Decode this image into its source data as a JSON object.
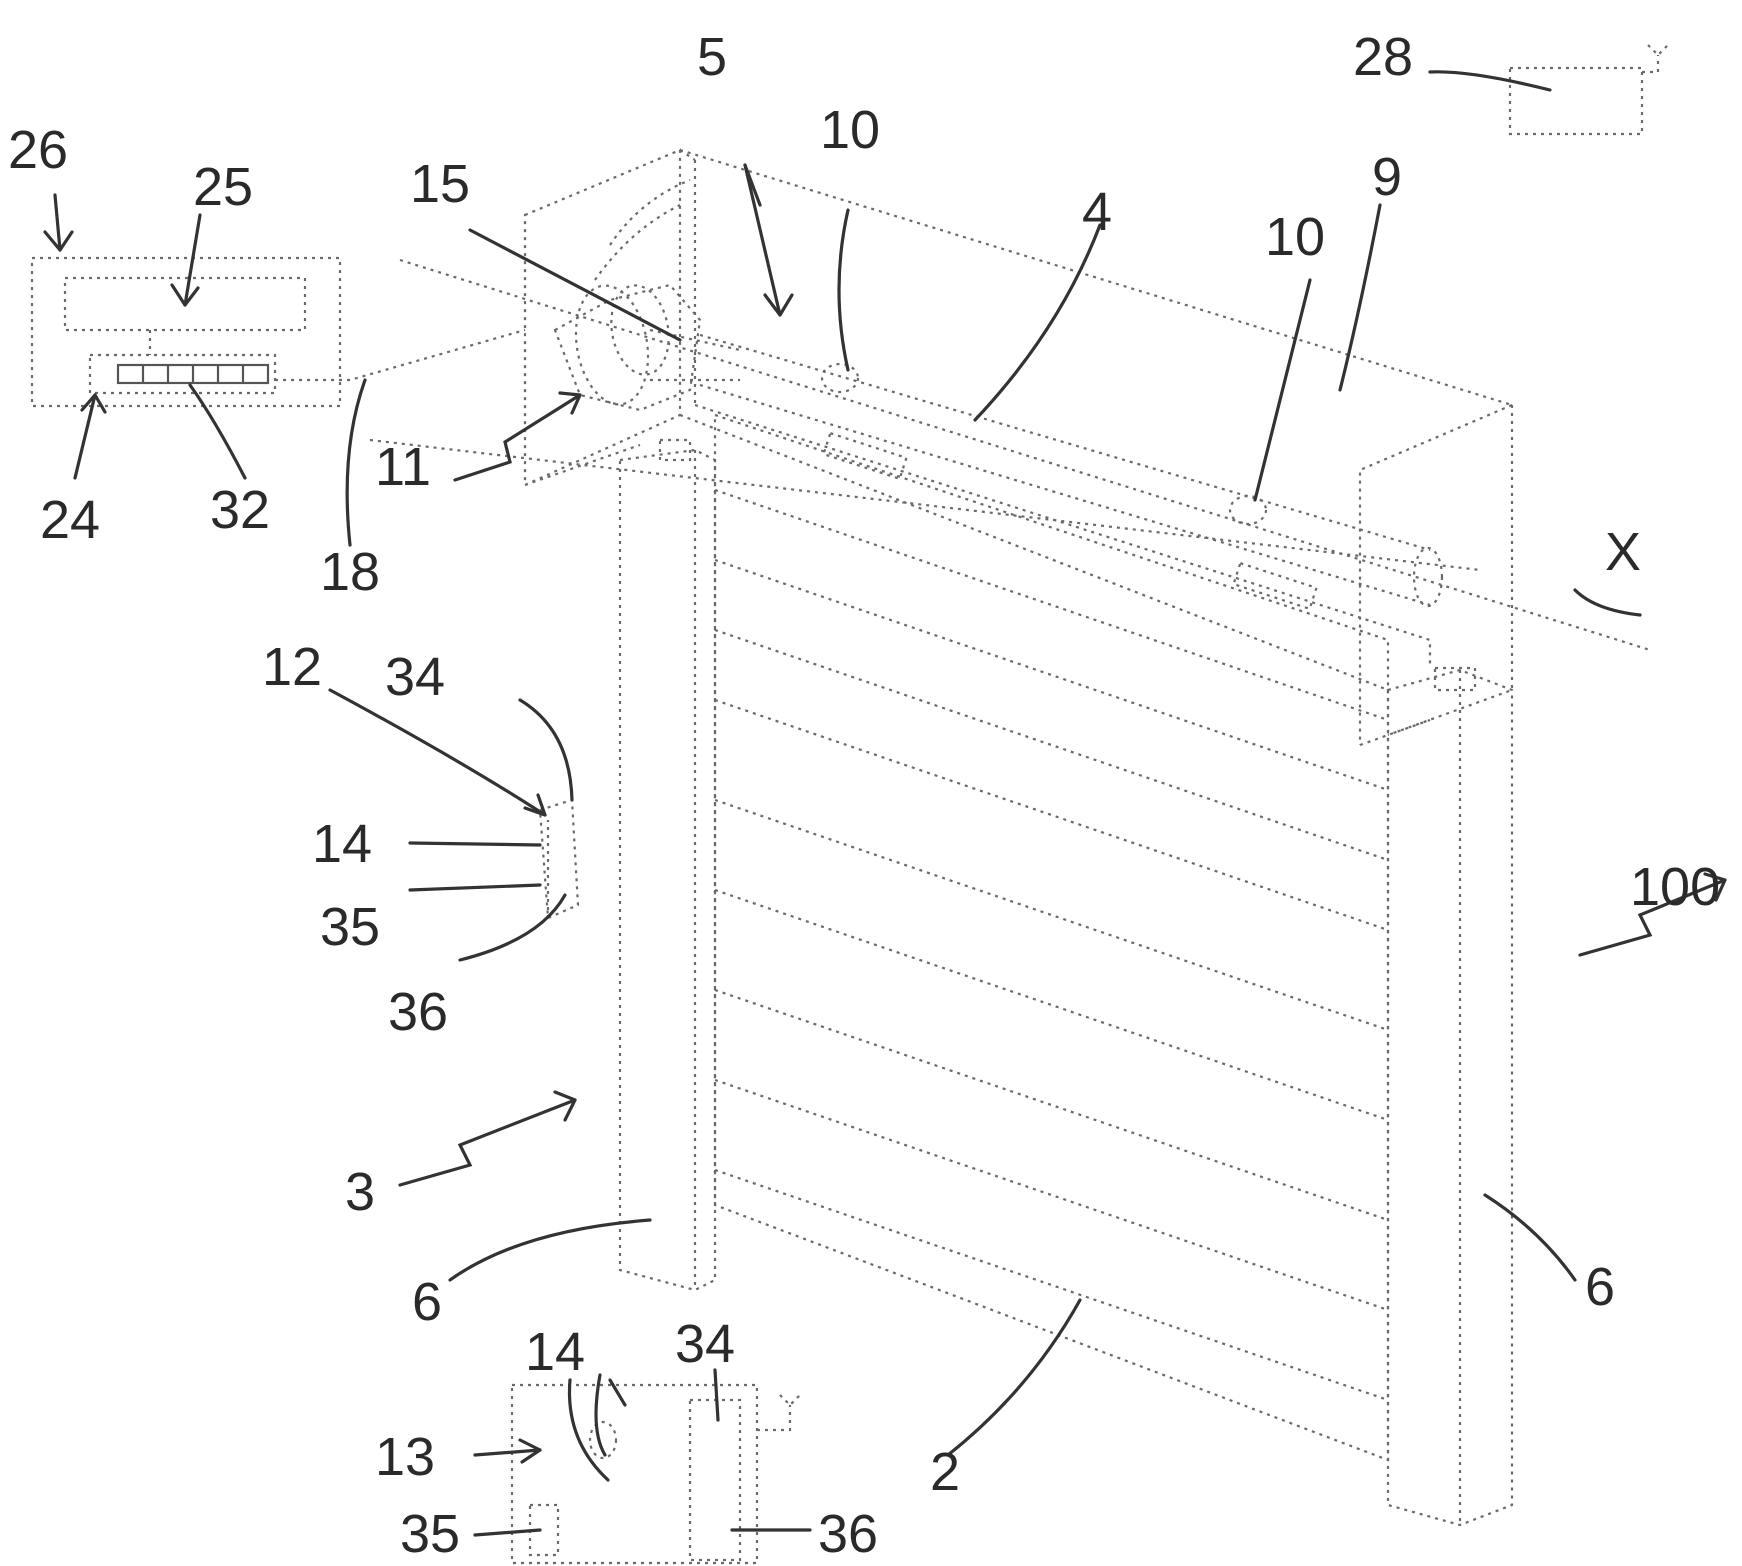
{
  "figure": {
    "labels": {
      "l2": "2",
      "l3": "3",
      "l4": "4",
      "l5": "5",
      "l6a": "6",
      "l6b": "6",
      "l9": "9",
      "l10a": "10",
      "l10b": "10",
      "l11": "11",
      "l12": "12",
      "l13": "13",
      "l14a": "14",
      "l14b": "14",
      "l15": "15",
      "l18": "18",
      "l24": "24",
      "l25": "25",
      "l26": "26",
      "l28": "28",
      "l32": "32",
      "l34a": "34",
      "l34b": "34",
      "l35a": "35",
      "l35b": "35",
      "l36a": "36",
      "l36b": "36",
      "l100": "100",
      "lX": "X"
    }
  }
}
